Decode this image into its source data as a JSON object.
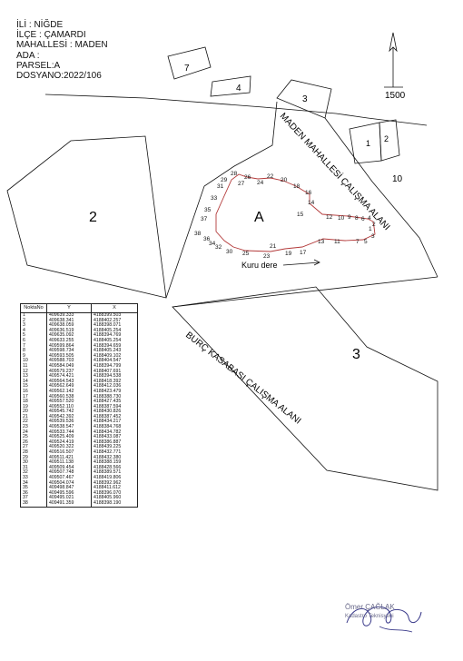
{
  "header": {
    "il": "İLİ    : NİĞDE",
    "ilce": "İLÇE  : ÇAMARDI",
    "mahalle": "MAHALLESİ : MADEN",
    "ada": "ADA   :",
    "parsel": "PARSEL:A",
    "dosya": "DOSYANO:2022/106"
  },
  "scale": "1500",
  "parcels": {
    "p7": "7",
    "p4": "4",
    "p3top": "3",
    "p1": "1",
    "p2": "2",
    "p10": "10",
    "p2big": "2",
    "p3big": "3",
    "pA": "A"
  },
  "areas": {
    "maden": "MADEN MAHALLESİ ÇALIŞMA ALANI",
    "burc": "BURÇ KASABASI ÇALIŞMA ALANI"
  },
  "stream_label": "Kuru dere",
  "point_labels": [
    "1",
    "2",
    "3",
    "4",
    "5",
    "6",
    "7",
    "8",
    "9",
    "10",
    "11",
    "12",
    "13",
    "14",
    "15",
    "16",
    "17",
    "18",
    "19",
    "20",
    "21",
    "22",
    "23",
    "24",
    "25",
    "26",
    "27",
    "28",
    "29",
    "30",
    "31",
    "32",
    "33",
    "34",
    "35",
    "36",
    "37",
    "38"
  ],
  "table": {
    "headers": [
      "NoktaNo",
      "Y",
      "X"
    ],
    "rows": [
      [
        "1",
        "409639.333",
        "4188399.503"
      ],
      [
        "2",
        "409638.341",
        "4188402.257"
      ],
      [
        "3",
        "409638.059",
        "4188398.071"
      ],
      [
        "4",
        "409636.519",
        "4188405.254"
      ],
      [
        "5",
        "409635.092",
        "4188394.769"
      ],
      [
        "6",
        "409633.255",
        "4188405.254"
      ],
      [
        "7",
        "409599.864",
        "4188394.659"
      ],
      [
        "8",
        "409598.734",
        "4188405.243"
      ],
      [
        "9",
        "409593.505",
        "4188409.102"
      ],
      [
        "10",
        "409588.703",
        "4188404.547"
      ],
      [
        "11",
        "409584.049",
        "4188394.799"
      ],
      [
        "12",
        "409579.237",
        "4188407.691"
      ],
      [
        "13",
        "409574.421",
        "4188394.538"
      ],
      [
        "14",
        "409564.543",
        "4188418.392"
      ],
      [
        "15",
        "409562.649",
        "4188412.036"
      ],
      [
        "16",
        "409562.142",
        "4188423.479"
      ],
      [
        "17",
        "409560.538",
        "4188388.730"
      ],
      [
        "18",
        "409557.520",
        "4188427.435"
      ],
      [
        "19",
        "409552.110",
        "4188387.594"
      ],
      [
        "20",
        "409545.742",
        "4188430.826"
      ],
      [
        "21",
        "409542.392",
        "4188387.452"
      ],
      [
        "22",
        "409539.536",
        "4188434.217"
      ],
      [
        "23",
        "409538.547",
        "4188384.768"
      ],
      [
        "24",
        "409533.744",
        "4188434.782"
      ],
      [
        "25",
        "409525.409",
        "4188433.087"
      ],
      [
        "26",
        "409524.419",
        "4188386.887"
      ],
      [
        "27",
        "409520.322",
        "4188439.225"
      ],
      [
        "28",
        "409516.507",
        "4188432.771"
      ],
      [
        "29",
        "409511.421",
        "4188432.380"
      ],
      [
        "30",
        "409511.138",
        "4188388.159"
      ],
      [
        "31",
        "409509.454",
        "4188428.566"
      ],
      [
        "32",
        "409507.748",
        "4188389.571"
      ],
      [
        "33",
        "409507.467",
        "4188419.806"
      ],
      [
        "34",
        "409504.074",
        "4188392.962"
      ],
      [
        "35",
        "409498.847",
        "4188411.612"
      ],
      [
        "36",
        "409495.596",
        "4188396.070"
      ],
      [
        "37",
        "409495.021",
        "4188405.960"
      ],
      [
        "38",
        "409491.359",
        "4188398.190"
      ]
    ]
  },
  "signature": {
    "name": "Ömer ÇAĞLAK",
    "title": "Kadastro Teknisyeni"
  }
}
